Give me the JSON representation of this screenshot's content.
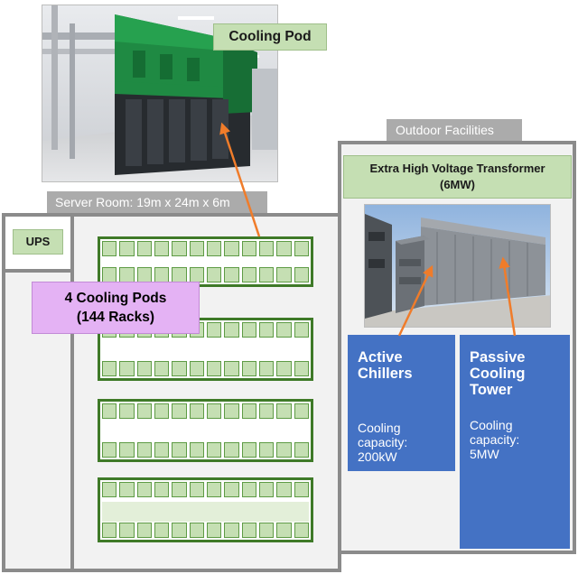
{
  "labels": {
    "cooling_pod": "Cooling Pod",
    "server_room": "Server Room: 19m x 24m x 6m",
    "outdoor_facilities": "Outdoor Facilities",
    "ups": "UPS",
    "pods_line1": "4 Cooling Pods",
    "pods_line2": "(144 Racks)",
    "transformer_line1": "Extra High Voltage Transformer",
    "transformer_line2": "(6MW)"
  },
  "chillers": {
    "title_line1": "Active",
    "title_line2": "Chillers",
    "body_line1": "Cooling",
    "body_line2": "capacity:",
    "body_line3": "200kW"
  },
  "tower": {
    "title_line1": "Passive",
    "title_line2": "Cooling",
    "title_line3": "Tower",
    "body_line1": "Cooling",
    "body_line2": "capacity:",
    "body_line3": "5MW"
  },
  "colors": {
    "rack_fill": "#c5dfb3",
    "rack_border": "#3f7a28",
    "pods_label": "#e4b2f4",
    "blue_box": "#4472c4",
    "arrow": "#f07c2a",
    "wall": "#8b8b8b"
  }
}
